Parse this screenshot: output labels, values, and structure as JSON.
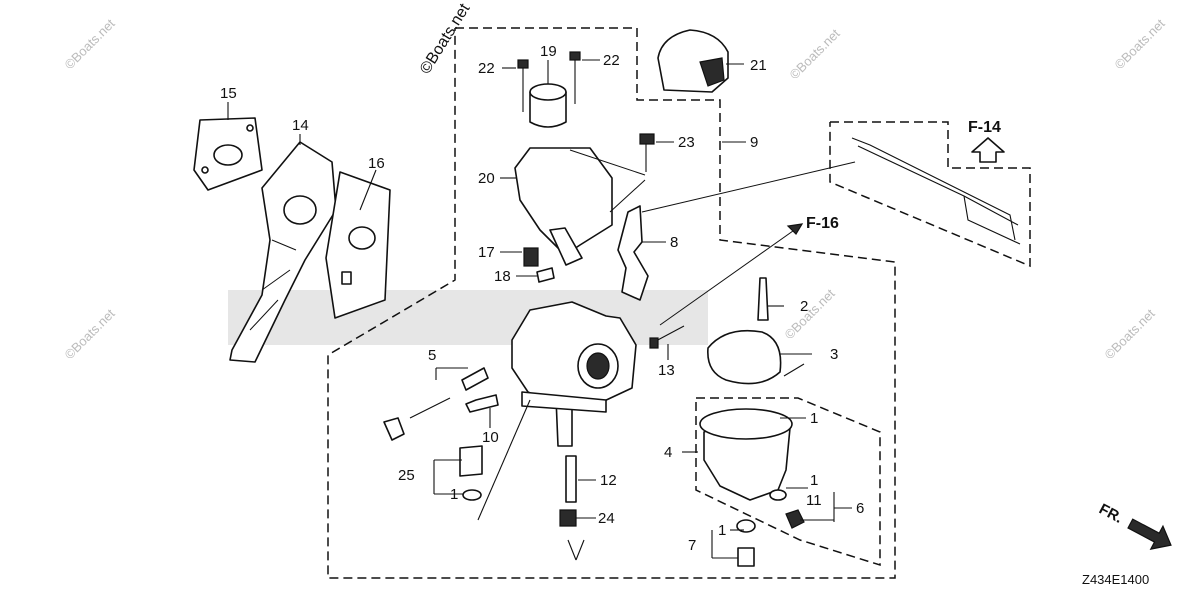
{
  "watermark": {
    "main": "©Boats.net",
    "repeat": "©Boats.net"
  },
  "diagram_code": "Z434E1400",
  "direction_label": "FR.",
  "references": {
    "f14": "F-14",
    "f16": "F-16"
  },
  "parts": {
    "p1a": "1",
    "p1b": "1",
    "p1c": "1",
    "p1d": "1",
    "p2": "2",
    "p3": "3",
    "p4": "4",
    "p5": "5",
    "p6": "6",
    "p7": "7",
    "p8": "8",
    "p9": "9",
    "p10": "10",
    "p11": "11",
    "p12": "12",
    "p13": "13",
    "p14": "14",
    "p15": "15",
    "p16": "16",
    "p17": "17",
    "p18": "18",
    "p19": "19",
    "p20": "20",
    "p21": "21",
    "p22a": "22",
    "p22b": "22",
    "p23": "23",
    "p24": "24",
    "p25": "25"
  },
  "colors": {
    "line": "#111111",
    "watermark": "#bbbbbb",
    "background": "#ffffff"
  }
}
